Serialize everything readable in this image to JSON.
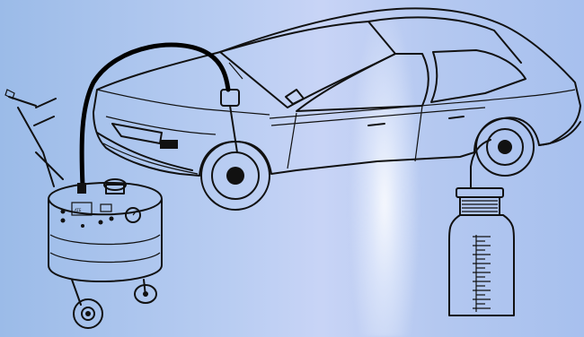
{
  "scene": {
    "background_color": "#b4c8f0",
    "line_color": "#111111",
    "objects": [
      "car",
      "brake-bleeding-unit",
      "collection-bottle"
    ]
  },
  "bottle": {
    "scale_labels": [
      "",
      "",
      "",
      "",
      "",
      "",
      "",
      "",
      ""
    ]
  }
}
